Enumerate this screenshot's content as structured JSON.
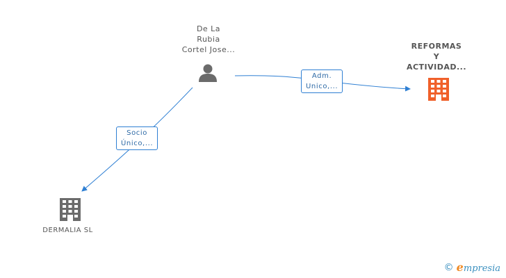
{
  "nodes": {
    "person": {
      "label_lines": [
        "De La",
        "Rubia",
        "Cortel Jose..."
      ],
      "icon": "person-icon",
      "color": "#6b6b6b"
    },
    "reformas": {
      "label_lines": [
        "REFORMAS",
        "Y",
        "ACTIVIDAD..."
      ],
      "icon": "building-icon",
      "color": "#f0602a"
    },
    "dermalia": {
      "label_lines": [
        "DERMALIA SL"
      ],
      "icon": "building-icon",
      "color": "#6b6b6b"
    }
  },
  "edges": {
    "adm": {
      "label_lines": [
        "Adm.",
        "Unico,..."
      ],
      "from": "person",
      "to": "reformas"
    },
    "socio": {
      "label_lines": [
        "Socio",
        "Único,..."
      ],
      "from": "person",
      "to": "dermalia"
    }
  },
  "colors": {
    "edge": "#2e7fd3"
  },
  "brand": {
    "copyright": "©",
    "e_letter": "e",
    "name": "mpresia"
  }
}
